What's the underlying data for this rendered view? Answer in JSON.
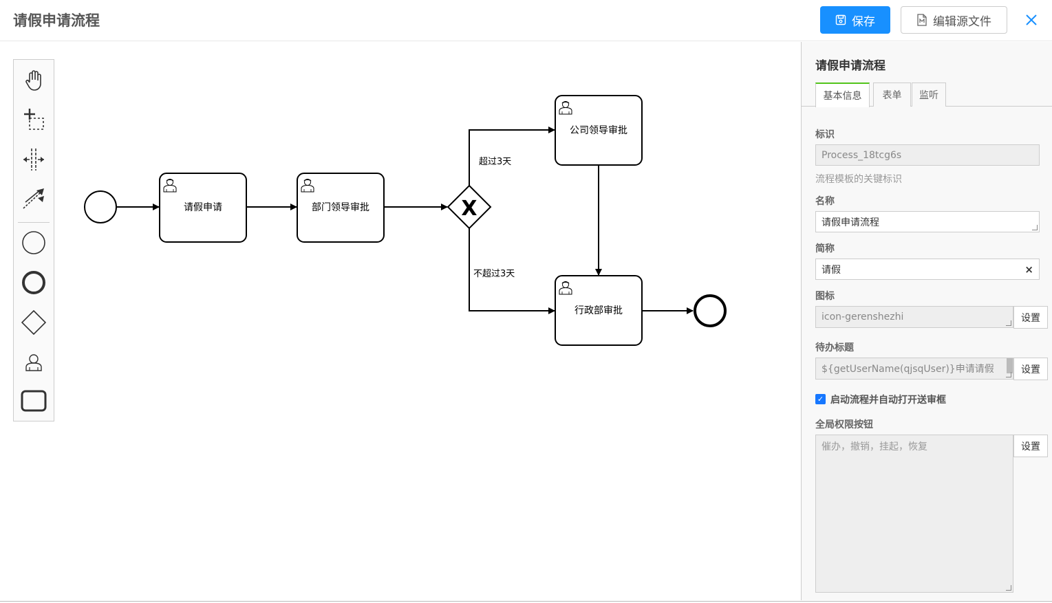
{
  "header": {
    "title": "请假申请流程",
    "save_label": "保存",
    "edit_source_label": "编辑源文件",
    "close_label": "X"
  },
  "palette": {
    "tools": [
      "hand-tool",
      "lasso-tool",
      "space-tool",
      "global-connect-tool",
      "start-event",
      "end-event",
      "gateway",
      "user-task",
      "task"
    ]
  },
  "diagram": {
    "tasks": [
      {
        "id": "apply",
        "label": "请假申请"
      },
      {
        "id": "dept",
        "label": "部门领导审批"
      },
      {
        "id": "company",
        "label": "公司领导审批"
      },
      {
        "id": "admin",
        "label": "行政部审批"
      }
    ],
    "gateway_symbol": "X",
    "flow_labels": {
      "over": "超过3天",
      "not_over": "不超过3天"
    }
  },
  "panel": {
    "title": "请假申请流程",
    "tabs": [
      {
        "label": "基本信息",
        "active": true
      },
      {
        "label": "表单",
        "active": false
      },
      {
        "label": "监听",
        "active": false
      }
    ],
    "id_label": "标识",
    "id_value": "Process_18tcg6s",
    "id_hint": "流程模板的关键标识",
    "name_label": "名称",
    "name_value": "请假申请流程",
    "short_label": "简称",
    "short_value": "请假",
    "clear_symbol": "×",
    "icon_label": "图标",
    "icon_value": "icon-gerenshezhi",
    "todo_label": "待办标题",
    "todo_value": "${getUserName(qjsqUser)}申请请假",
    "set_label": "设置",
    "auto_open_label": "启动流程并自动打开送审框",
    "auto_open_checked": true,
    "perm_label": "全局权限按钮",
    "perm_value": "催办，撤销，挂起，恢复"
  }
}
